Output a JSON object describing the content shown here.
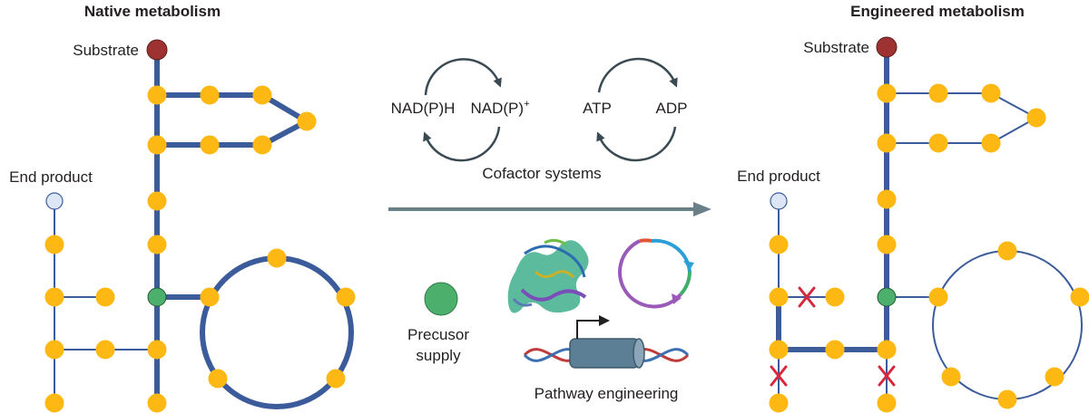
{
  "native": {
    "title": "Native metabolism",
    "substrate_label": "Substrate",
    "end_product_label": "End product"
  },
  "engineered": {
    "title": "Engineered metabolism",
    "substrate_label": "Substrate",
    "end_product_label": "End product"
  },
  "cofactor": {
    "nadph": "NAD(P)H",
    "nadp_base": "NAD(P)",
    "nadp_sup": "+",
    "atp": "ATP",
    "adp": "ADP",
    "caption": "Cofactor systems"
  },
  "precursor": {
    "line1": "Precusor",
    "line2": "supply"
  },
  "pathway": {
    "caption": "Pathway engineering"
  },
  "colors": {
    "pathway_edge": "#3b5b9b",
    "metabolite_node": "#fdb813",
    "substrate_node": "#9e3232",
    "precursor_node": "#4caf6c",
    "end_product_node": "#dde6f6",
    "knockout_mark": "#d7263d",
    "arrow": "#6a8088"
  }
}
